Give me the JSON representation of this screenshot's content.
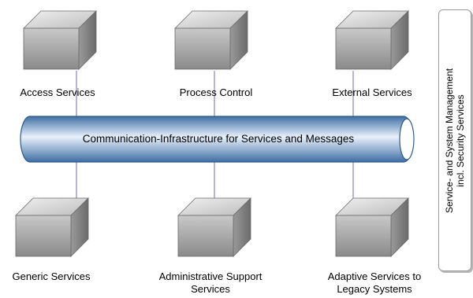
{
  "pipe": {
    "label": "Communication-Infrastructure for Services and Messages"
  },
  "services_top": [
    {
      "label": "Access Services"
    },
    {
      "label": "Process Control"
    },
    {
      "label": "External Services"
    }
  ],
  "services_bottom": [
    {
      "label": "Generic Services"
    },
    {
      "label": "Administrative Support Services"
    },
    {
      "label": "Adaptive Services to Legacy Systems"
    }
  ],
  "side_panel": {
    "line1": "Service- and System Management",
    "line2": "incl. Security Services"
  },
  "colors": {
    "pipe_dark": "#3f6ea5",
    "pipe_light": "#e9f1fb",
    "connector": "#6b6bb0",
    "box_front": "#9d9d9d",
    "box_top": "#d4d4d4",
    "box_side": "#7e7e7e"
  }
}
